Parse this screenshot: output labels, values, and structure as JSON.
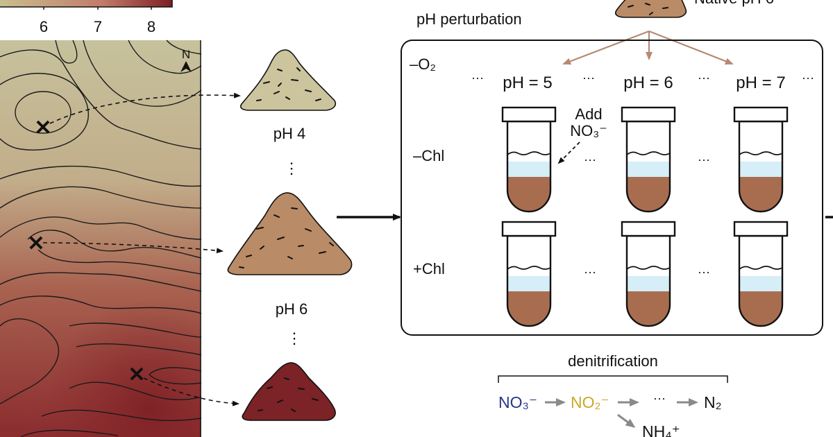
{
  "colorbar": {
    "ticks": [
      "6",
      "7",
      "8"
    ],
    "colors": [
      "#c9c08f",
      "#c27b6a",
      "#7c1f24"
    ]
  },
  "map": {
    "north_label": "N",
    "marker_glyph": "✕",
    "colors": {
      "high_ground": "#c5c19a",
      "low_ground": "#8c2a2e"
    }
  },
  "soils": [
    {
      "label": "pH 4",
      "color": "#cbc49c"
    },
    {
      "label": "pH 6",
      "color": "#b98b66"
    },
    {
      "label": "",
      "color": "#7b2326"
    }
  ],
  "ellipsis_vertical": "⋮",
  "native": {
    "label": "Native pH 6",
    "color": "#b98b66"
  },
  "perturbation": {
    "title": "pH perturbation",
    "oxygen_label": "–O₂",
    "ph_labels": [
      "pH = 5",
      "pH = 6",
      "pH = 7"
    ],
    "ellipsis": "···",
    "rows": [
      "–Chl",
      "+Chl"
    ],
    "add_label_line1": "Add",
    "add_label_line2": "NO₃⁻",
    "colors": {
      "arrow": "#b48a74",
      "liquid": "#d5eef8",
      "soil": "#a86d4f"
    }
  },
  "denitrification": {
    "title": "denitrification",
    "nitrate": "NO₃⁻",
    "nitrite": "NO₂⁻",
    "ellipsis": "···",
    "nitrogen": "N₂",
    "ammonium": "NH₄⁺",
    "colors": {
      "nitrate": "#28348c",
      "nitrite": "#c9a928",
      "arrow": "#8a8a8a"
    }
  }
}
